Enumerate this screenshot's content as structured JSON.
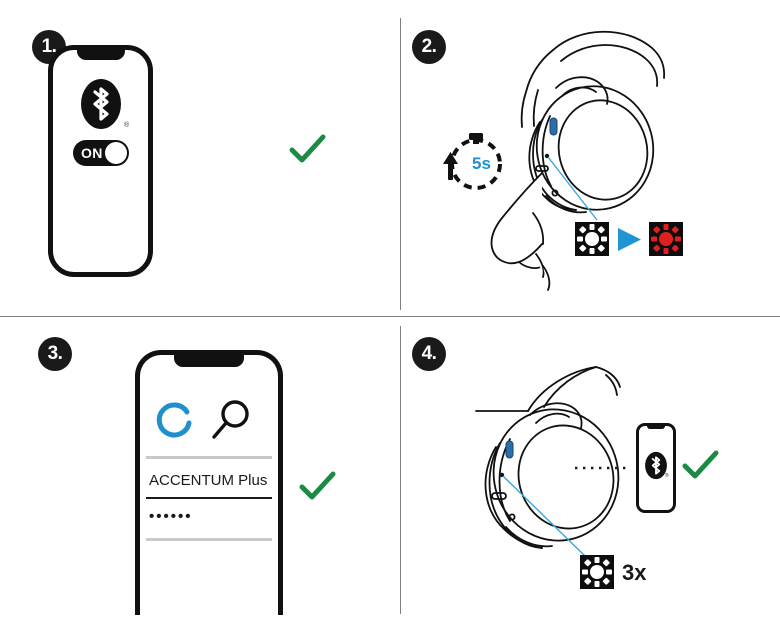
{
  "document": {
    "type": "instruction-diagram",
    "title": "Bluetooth pairing quick start",
    "panel_count": 4,
    "background_color": "#ffffff",
    "divider_color": "#808080"
  },
  "colors": {
    "ink": "#111111",
    "check_green": "#1c8a45",
    "accent_blue": "#1f91d1",
    "led_red": "#e01f1f",
    "badge_bg": "#1a1a1a",
    "separator_light": "#c9c9c9"
  },
  "panels": [
    {
      "step": "1.",
      "step_name": "enable-bluetooth",
      "phone": {
        "bluetooth_icon": "bluetooth-icon",
        "registered_mark": "®",
        "toggle": {
          "label": "ON",
          "state": "on",
          "knob_position": "right"
        }
      },
      "status_icon": "check-icon",
      "status": "ok"
    },
    {
      "step": "2.",
      "step_name": "press-and-hold-button",
      "headphone_icon": "headphone-icon",
      "hand_icon": "hand-pressing-icon",
      "timer": {
        "icon": "stopwatch-icon",
        "label": "5s",
        "arrow": "arrow-up-icon"
      },
      "led_sequence": {
        "from": {
          "icon": "led-white-icon",
          "color": "#ffffff"
        },
        "arrow": "triangle-right-icon",
        "to": {
          "icon": "led-red-icon",
          "color": "#e01f1f"
        }
      }
    },
    {
      "step": "3.",
      "step_name": "select-device-in-list",
      "phone": {
        "spinner_icon": "loading-spinner-icon",
        "search_icon": "magnifier-icon",
        "device_list": [
          {
            "label": "",
            "type": "separator"
          },
          {
            "label": "ACCENTUM Plus",
            "type": "device",
            "selected": true
          },
          {
            "label": "••••••",
            "type": "device-masked"
          },
          {
            "label": "",
            "type": "separator"
          }
        ]
      },
      "status_icon": "check-icon",
      "status": "ok"
    },
    {
      "step": "4.",
      "step_name": "connection-confirmed",
      "headphone_icon": "headphone-icon",
      "connection_line": "dotted-link",
      "phone": {
        "bluetooth_icon": "bluetooth-icon",
        "registered_mark": "®"
      },
      "status_icon": "check-icon",
      "status": "ok",
      "led_indicator": {
        "icon": "led-white-icon",
        "count_label": "3x"
      }
    }
  ]
}
